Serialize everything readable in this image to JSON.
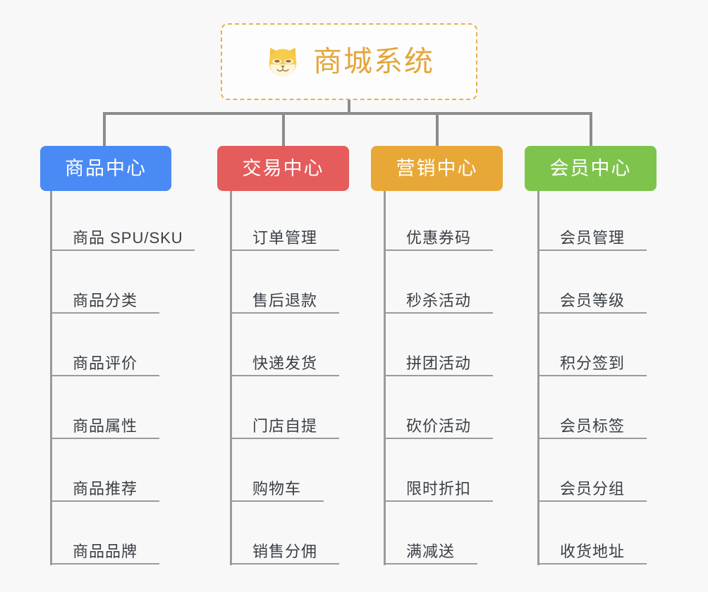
{
  "diagram": {
    "type": "mindmap-org-chart",
    "background_color": "#f8f8f8",
    "root": {
      "title": "商城系统",
      "icon": "shiba-dog-face-icon",
      "border_color": "#e8b14b",
      "text_color": "#e3a63c",
      "background_color": "#fdfdfd"
    },
    "connector_color": "#8c8c8c",
    "leaf_line_color": "#9a9a9a",
    "leaf_text_color": "#3a3f45",
    "branches": [
      {
        "label": "商品中心",
        "color": "#4a8af4",
        "items": [
          "商品 SPU/SKU",
          "商品分类",
          "商品评价",
          "商品属性",
          "商品推荐",
          "商品品牌"
        ]
      },
      {
        "label": "交易中心",
        "color": "#e45c5c",
        "items": [
          "订单管理",
          "售后退款",
          "快递发货",
          "门店自提",
          "购物车",
          "销售分佣"
        ]
      },
      {
        "label": "营销中心",
        "color": "#e8a838",
        "items": [
          "优惠券码",
          "秒杀活动",
          "拼团活动",
          "砍价活动",
          "限时折扣",
          "满减送"
        ]
      },
      {
        "label": "会员中心",
        "color": "#7ec44c",
        "items": [
          "会员管理",
          "会员等级",
          "积分签到",
          "会员标签",
          "会员分组",
          "收货地址"
        ]
      }
    ]
  }
}
